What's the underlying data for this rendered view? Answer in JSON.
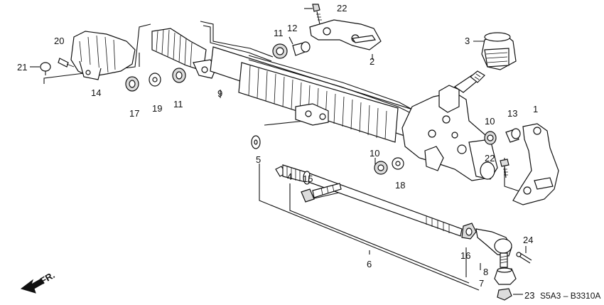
{
  "diagram_code": "S5A3 – B3310A",
  "direction_label": "FR.",
  "callouts": {
    "c1": "1",
    "c2": "2",
    "c3": "3",
    "c4": "4",
    "c5": "5",
    "c6": "6",
    "c7": "7",
    "c8": "8",
    "c9": "9",
    "c10a": "10",
    "c10b": "10",
    "c11a": "11",
    "c11b": "11",
    "c12": "12",
    "c13": "13",
    "c14": "14",
    "c15": "15",
    "c16": "16",
    "c17": "17",
    "c18": "18",
    "c19": "19",
    "c20": "20",
    "c21": "21",
    "c22a": "22",
    "c22b": "22",
    "c23": "23",
    "c24": "24"
  }
}
